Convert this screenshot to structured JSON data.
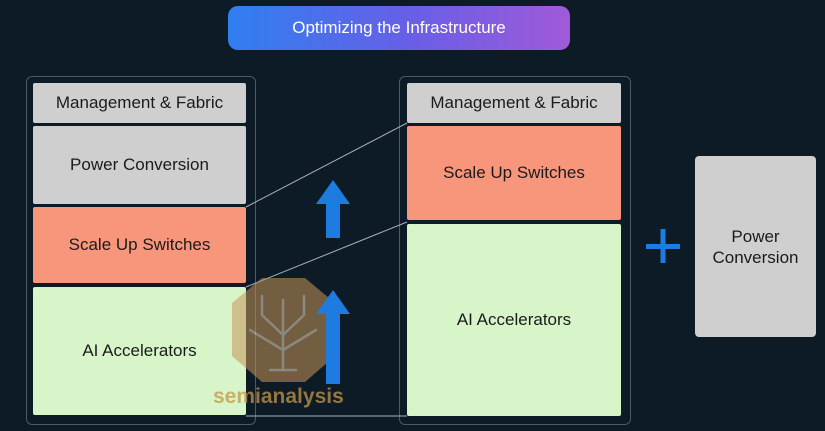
{
  "title": "Optimizing the Infrastructure",
  "left_rack": {
    "blocks": [
      "Management & Fabric",
      "Power Conversion",
      "Scale Up Switches",
      "AI Accelerators"
    ]
  },
  "right_rack": {
    "blocks": [
      "Management & Fabric",
      "Scale Up Switches",
      "AI Accelerators"
    ]
  },
  "plus_sign": "+",
  "external_block": {
    "line1": "Power",
    "line2": "Conversion"
  },
  "watermark": "semianalysis",
  "colors": {
    "background": "#0d1b26",
    "gray_block": "#cfcfcf",
    "switch_block": "#f7967b",
    "accelerator_block": "#d7f5c9",
    "arrow": "#1e7be0"
  }
}
